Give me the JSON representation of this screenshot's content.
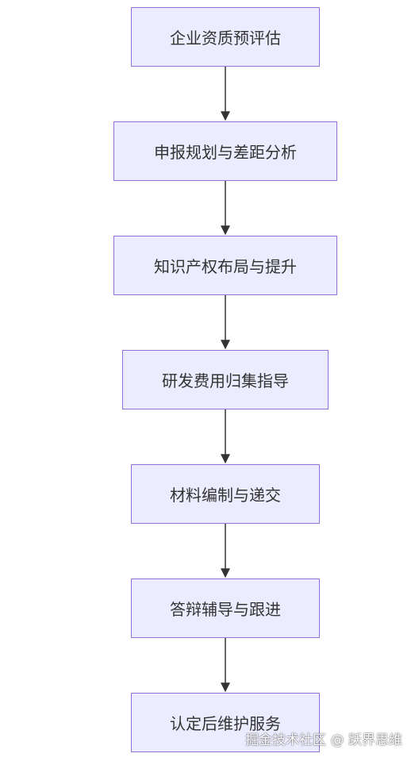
{
  "flowchart": {
    "steps": [
      "企业资质预评估",
      "申报规划与差距分析",
      "知识产权布局与提升",
      "研发费用归集指导",
      "材料编制与递交",
      "答辩辅导与跟进",
      "认定后维护服务"
    ]
  },
  "watermark": "掘金技术社区 @ 跃界思维",
  "colors": {
    "node_fill": "#ECECFF",
    "node_border": "#9370DB",
    "edge": "#333333",
    "text": "#333333"
  }
}
